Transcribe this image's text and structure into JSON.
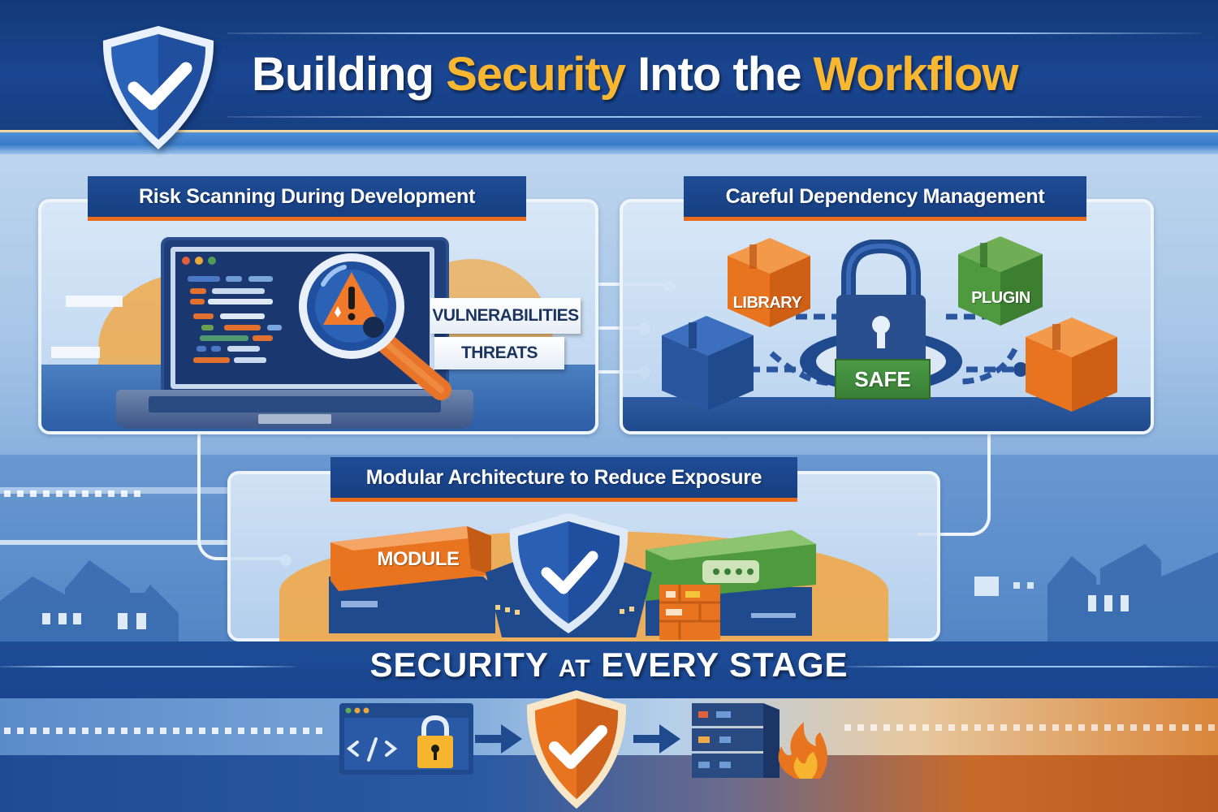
{
  "header": {
    "title_part1": "Building ",
    "title_part2": "Security",
    "title_part3": " Into the ",
    "title_part4": "Workflow",
    "icon": "shield-check-icon"
  },
  "panels": {
    "risk_scanning": {
      "title": "Risk Scanning During Development",
      "labels": [
        "VULNERABILITIES",
        "THREATS"
      ],
      "icons": [
        "laptop-icon",
        "magnifier-icon",
        "warning-icon",
        "bug-icon"
      ]
    },
    "dependency": {
      "title": "Careful Dependency Management",
      "boxes": [
        "LIBRARY",
        "PLUGIN"
      ],
      "lock_label": "SAFE",
      "icons": [
        "padlock-icon",
        "package-icon"
      ]
    },
    "modular": {
      "title": "Modular Architecture to Reduce Exposure",
      "module_label": "MODULE",
      "icons": [
        "shield-check-icon",
        "module-block-icon",
        "firewall-icon"
      ]
    }
  },
  "footer": {
    "title_part1": "SECURITY ",
    "title_part2": "AT",
    "title_part3": " EVERY STAGE",
    "flow": [
      "code-lock-icon",
      "arrow-right-icon",
      "shield-check-icon",
      "arrow-right-icon",
      "server-fire-icon"
    ]
  },
  "colors": {
    "primary_blue": "#1a4590",
    "accent_orange": "#e86b1c",
    "accent_yellow": "#f8b631",
    "green": "#3f8b3a"
  }
}
